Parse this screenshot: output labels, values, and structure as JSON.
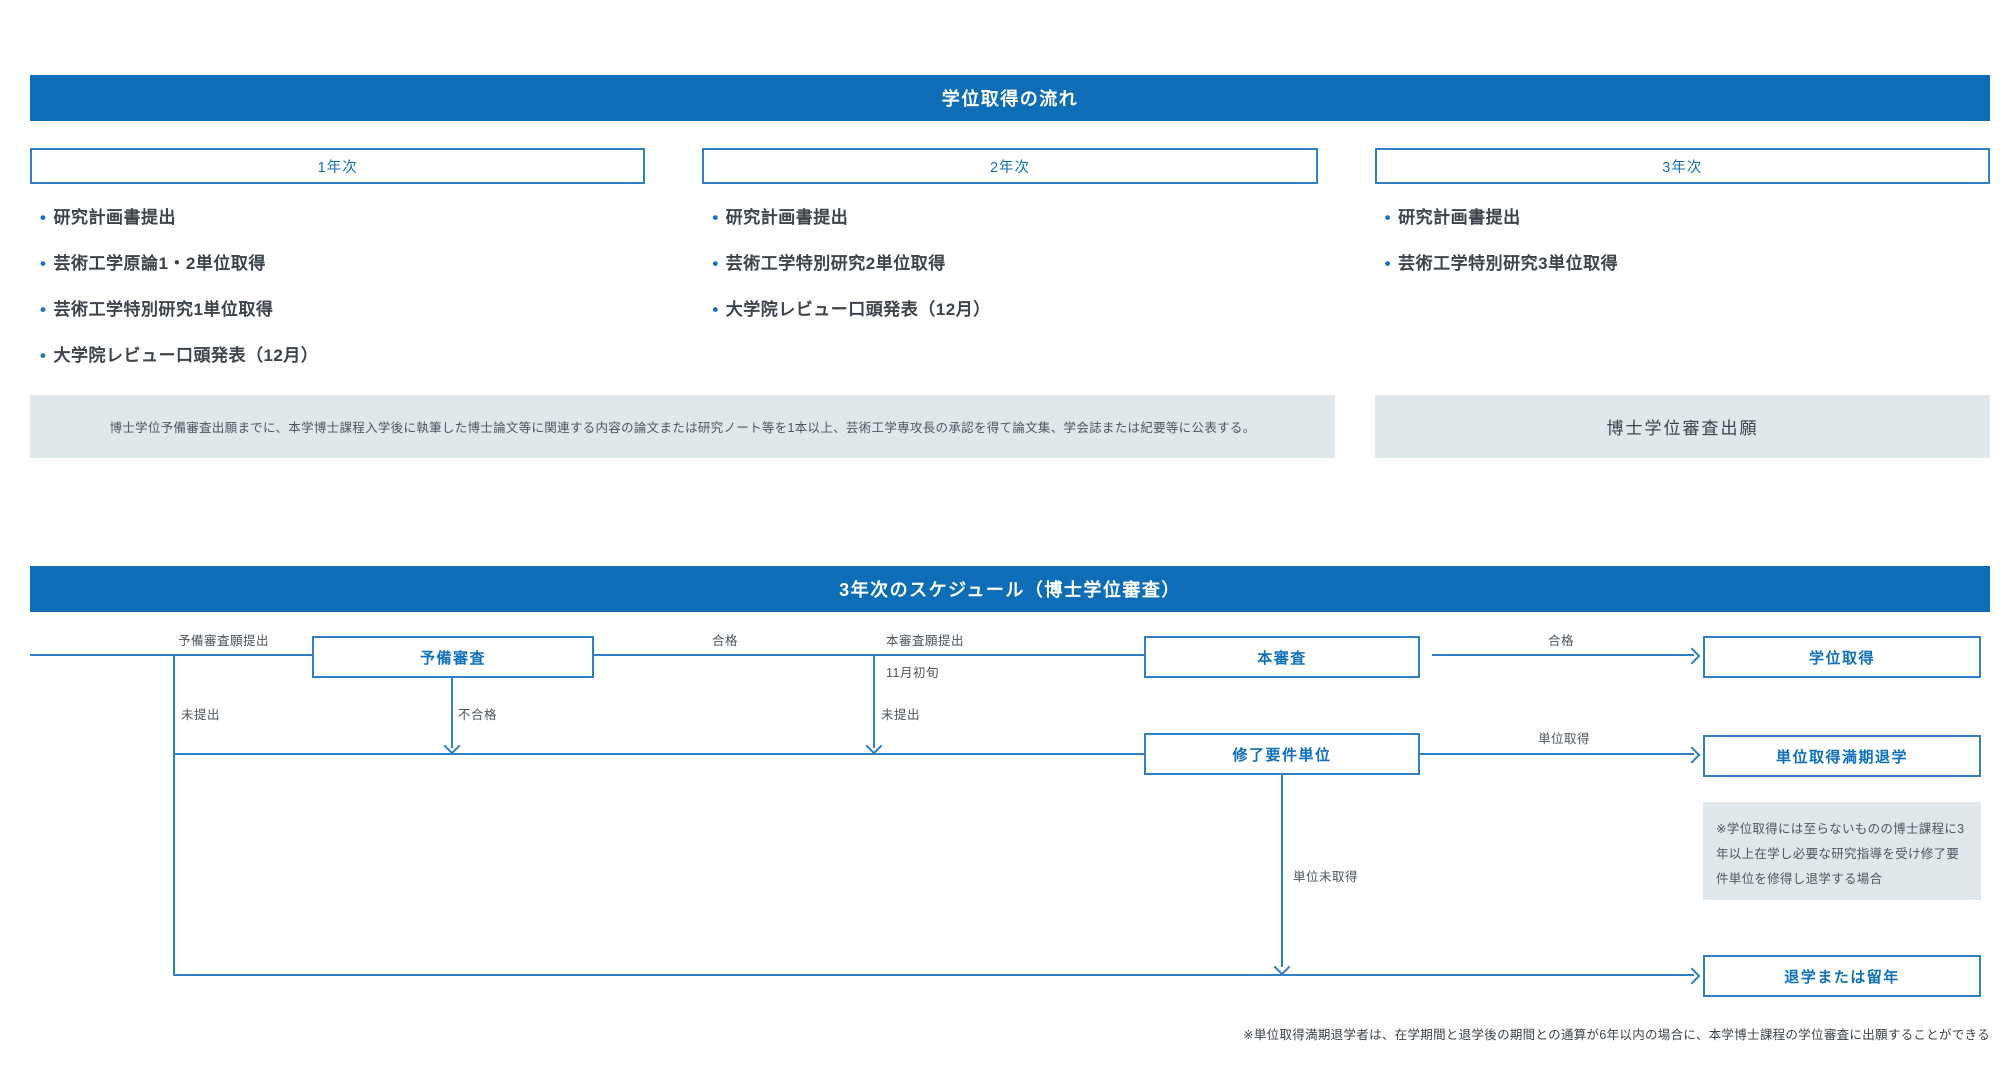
{
  "section1": {
    "title": "学位取得の流れ",
    "columns": [
      {
        "year": "1年次",
        "items": [
          "研究計画書提出",
          "芸術工学原論1・2単位取得",
          "芸術工学特別研究1単位取得",
          "大学院レビュー口頭発表（12月）"
        ]
      },
      {
        "year": "2年次",
        "items": [
          "研究計画書提出",
          "芸術工学特別研究2単位取得",
          "大学院レビュー口頭発表（12月）"
        ]
      },
      {
        "year": "3年次",
        "items": [
          "研究計画書提出",
          "芸術工学特別研究3単位取得"
        ]
      }
    ],
    "note_wide": "博士学位予備審査出願までに、本学博士課程入学後に執筆した博士論文等に関連する内容の論文または研究ノート等を1本以上、芸術工学専攻長の承認を得て論文集、学会誌または紀要等に公表する。",
    "note_right": "博士学位審査出願"
  },
  "section2": {
    "title": "3年次のスケジュール（博士学位審査）",
    "flow": {
      "nodes": {
        "preliminary_review": "予備審査",
        "main_review": "本審査",
        "degree_obtained": "学位取得",
        "completion_credits": "修了要件単位",
        "withdrawal_with_credits": "単位取得満期退学",
        "withdrawal_or_repeat": "退学または留年"
      },
      "labels": {
        "preliminary_application": "予備審査願提出",
        "pass_1": "合格",
        "main_application": "本審査願提出",
        "early_november": "11月初旬",
        "not_submitted_left": "未提出",
        "fail": "不合格",
        "not_submitted_mid": "未提出",
        "pass_2": "合格",
        "credits_earned": "単位取得",
        "credits_not_earned": "単位未取得"
      },
      "side_note": "※学位取得には至らないものの博士課程に3年以上在学し必要な研究指導を受け修了要件単位を修得し退学する場合"
    },
    "footnote": "※単位取得満期退学者は、在学期間と退学後の期間との通算が6年以内の場合に、本学博士課程の学位審査に出願することができる"
  },
  "colors": {
    "primary_blue": "#0d6db6",
    "line_blue": "#2f80c4",
    "box_text_blue": "#1170bd",
    "dark_text": "#3c434b",
    "gray_bg": "#e1e8ec"
  }
}
